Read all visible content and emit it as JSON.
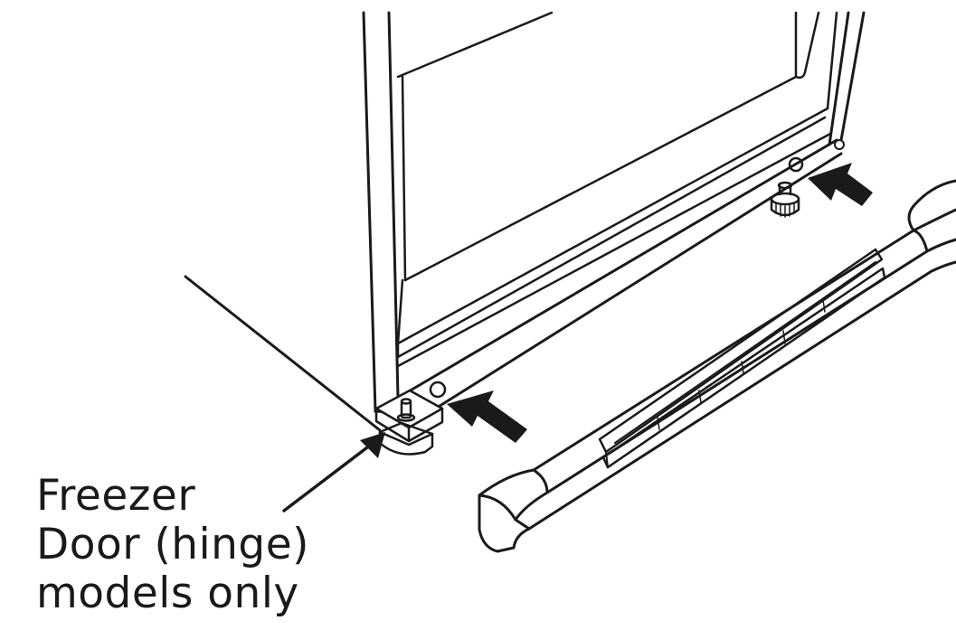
{
  "callout": {
    "lines": [
      "Freezer",
      "Door (hinge)",
      "models only"
    ]
  },
  "icons": {
    "arrow_left": "arrow-right-pointing-icon",
    "arrow_right": "arrow-right-pointing-icon",
    "leader": "leader-arrow-icon"
  }
}
